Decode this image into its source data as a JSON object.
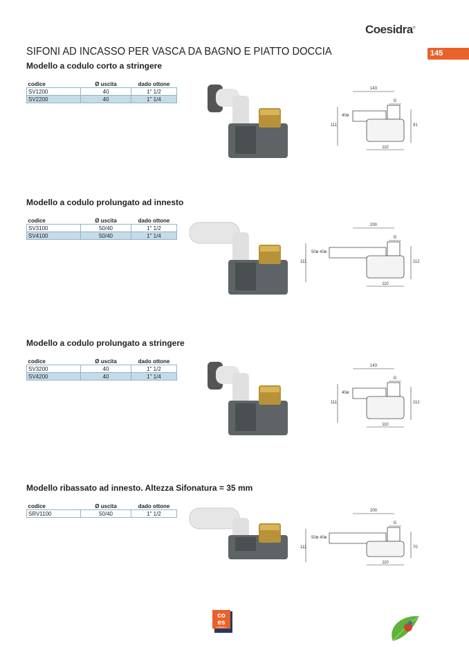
{
  "brand": "Coesidra",
  "page_number": "145",
  "title": "SIFONI AD INCASSO PER VASCA DA BAGNO E PIATTO DOCCIA",
  "columns": [
    "codice",
    "Ø uscita",
    "dado ottone"
  ],
  "sections": [
    {
      "subtitle": "Modello a codulo corto a stringere",
      "rows": [
        {
          "codice": "SV1200",
          "uscita": "40",
          "dado": "1\" 1/2"
        },
        {
          "codice": "SV2200",
          "uscita": "40",
          "dado": "1\" 1/4"
        }
      ],
      "dims": {
        "length": "143",
        "nut": "G",
        "height": "111",
        "outlet": "40ø",
        "right": "91",
        "base": "110"
      }
    },
    {
      "subtitle": "Modello a codulo prolungato ad innesto",
      "rows": [
        {
          "codice": "SV3100",
          "uscita": "50/40",
          "dado": "1\" 1/2"
        },
        {
          "codice": "SV4100",
          "uscita": "50/40",
          "dado": "1\" 1/4"
        }
      ],
      "dims": {
        "length": "200",
        "nut": "G",
        "height": "111",
        "outlet": "50ø 40ø",
        "right": "112",
        "base": "110"
      }
    },
    {
      "subtitle": "Modello a codulo prolungato a stringere",
      "rows": [
        {
          "codice": "SV3200",
          "uscita": "40",
          "dado": "1\" 1/2"
        },
        {
          "codice": "SV4200",
          "uscita": "40",
          "dado": "1\" 1/4"
        }
      ],
      "dims": {
        "length": "143",
        "nut": "G",
        "height": "111",
        "outlet": "40ø",
        "right": "112",
        "base": "110"
      }
    },
    {
      "subtitle": "Modello ribassato ad innesto. Altezza Sifonatura = 35 mm",
      "rows": [
        {
          "codice": "SRV1100",
          "uscita": "50/40",
          "dado": "1\" 1/2"
        }
      ],
      "dims": {
        "length": "200",
        "nut": "G",
        "height": "111",
        "outlet": "50ø 40ø",
        "right": "70",
        "base": "110"
      }
    }
  ],
  "footer_logo": "coes COMPANY",
  "colors": {
    "accent": "#e8622a",
    "row_alt": "#c5dbe8"
  }
}
